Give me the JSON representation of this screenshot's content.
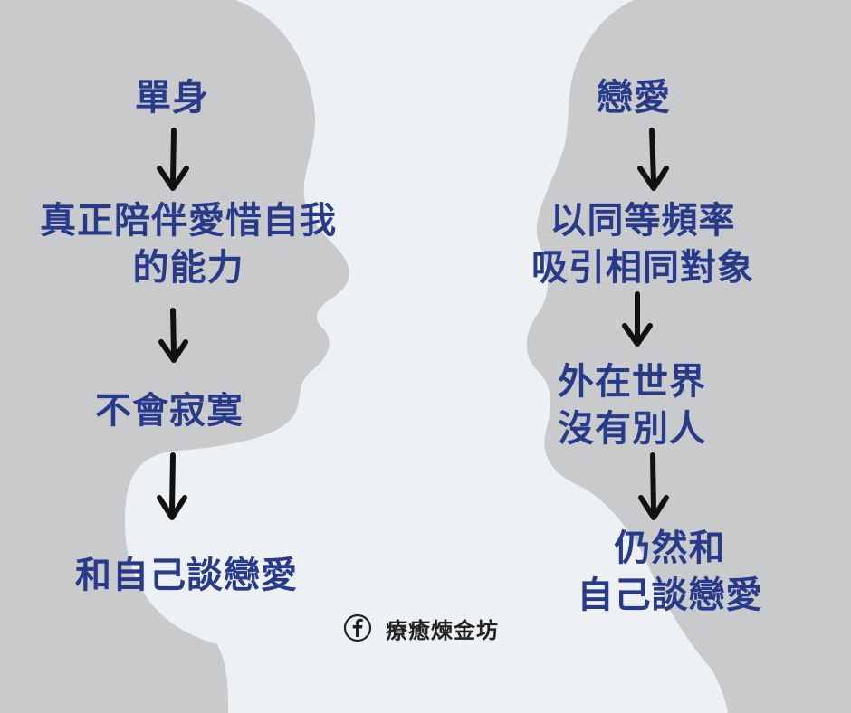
{
  "colors": {
    "background": "#eef1f4",
    "silhouette": "#c9cacc",
    "text_blue": "#283b8a",
    "arrow": "#111111"
  },
  "left_column": {
    "item_1": "單身",
    "item_2": "真正陪伴愛惜自我\n的能力",
    "item_3": "不會寂寞",
    "item_4": "和自己談戀愛"
  },
  "right_column": {
    "item_1": "戀愛",
    "item_2": "以同等頻率\n吸引相同對象",
    "item_3": "外在世界\n沒有別人",
    "item_4": "仍然和\n自己談戀愛"
  },
  "footer": {
    "icon": "facebook-icon",
    "brand_name": "療癒煉金坊"
  }
}
